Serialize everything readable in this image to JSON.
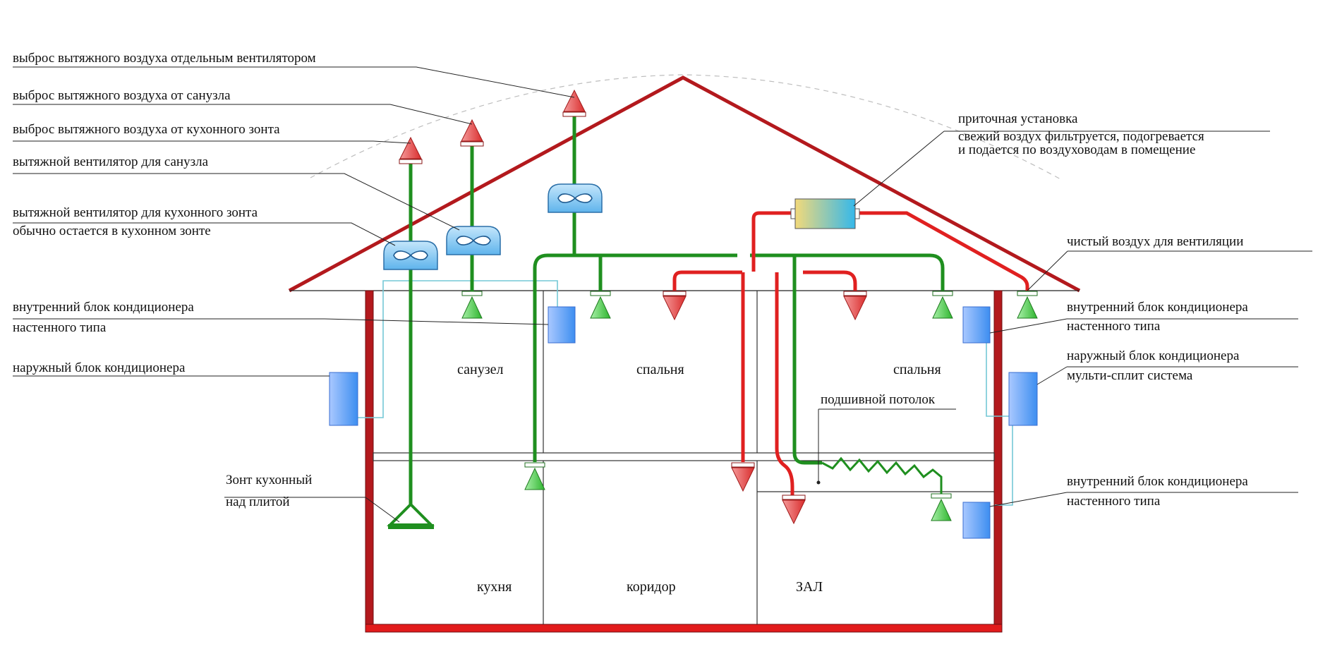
{
  "colors": {
    "wall": "#b3191d",
    "roof": "#b3191d",
    "exhaust_duct": "#1f8f1f",
    "supply_duct": "#e02020",
    "ac_unit": "#5a9ff0",
    "ac_unit_light": "#9fc5fa",
    "condensate_line": "#74c8d6",
    "fan_body": "#7ec8f0",
    "exhaust_cap": "#e04848",
    "supply_diffuser": "#4fc94f"
  },
  "labels": {
    "exhaust_separate_fan": "выброс вытяжного воздуха отдельным вентилятором",
    "exhaust_bathroom": "выброс вытяжного воздуха от санузла",
    "exhaust_kitchen_hood": "выброс вытяжного воздуха от кухонного зонта",
    "fan_bathroom": "вытяжной вентилятор для санузла",
    "fan_kitchen_line1": "вытяжной вентилятор для кухонного зонта",
    "fan_kitchen_line2": "обычно остается в кухонном зонте",
    "indoor_ac_left_line1": "внутренний блок кондиционера",
    "indoor_ac_left_line2": "настенного типа",
    "outdoor_ac_left": "наружный блок кондиционера",
    "hood_line1": "Зонт кухонный",
    "hood_line2": "над плитой",
    "supply_unit_line1": "приточная установка",
    "supply_unit_line2": "свежий воздух фильтруется, подогревается",
    "supply_unit_line3": "и подается по воздуховодам в помещение",
    "clean_air": "чистый воздух для вентиляции",
    "indoor_ac_right_top_line1": "внутренний блок кондиционера",
    "indoor_ac_right_top_line2": "настенного типа",
    "outdoor_ac_right_line1": "наружный блок кондиционера",
    "outdoor_ac_right_line2": "мульти-сплит система",
    "false_ceiling": "подшивной потолок",
    "indoor_ac_right_bottom_line1": "внутренний блок кондиционера",
    "indoor_ac_right_bottom_line2": "настенного типа"
  },
  "rooms": {
    "bathroom": "санузел",
    "bedroom_left": "спальня",
    "bedroom_right": "спальня",
    "kitchen": "кухня",
    "corridor": "коридор",
    "hall": "ЗАЛ"
  }
}
